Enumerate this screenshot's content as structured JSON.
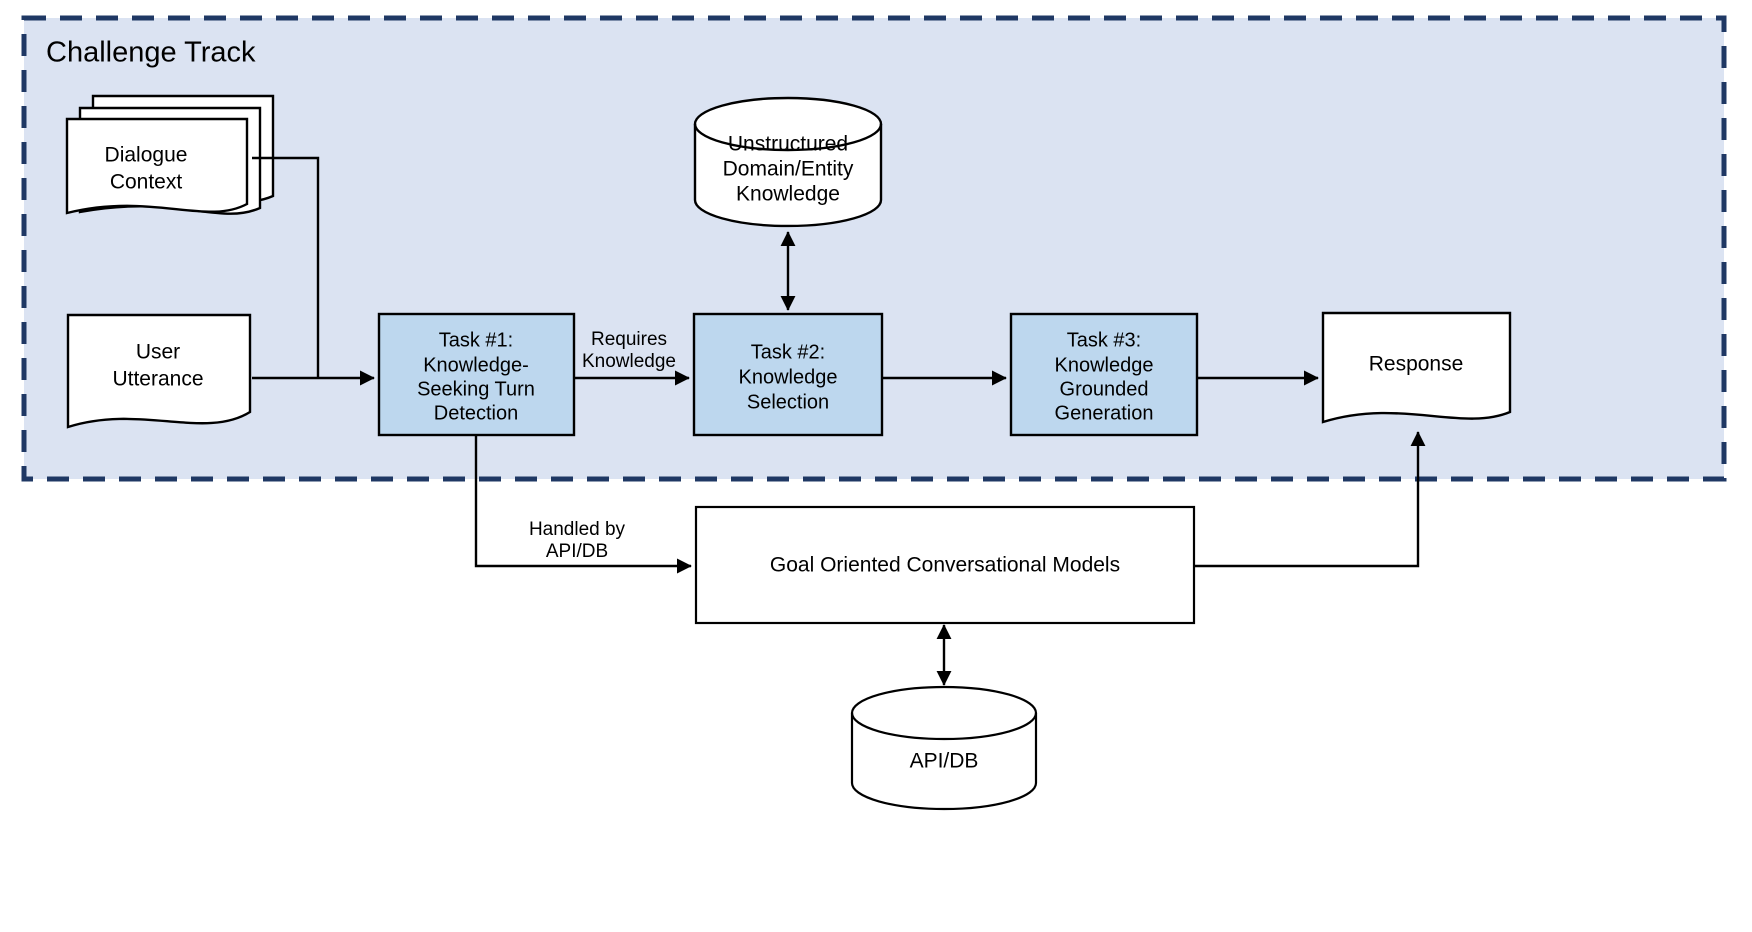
{
  "diagram": {
    "title": "Challenge Track",
    "colors": {
      "track_fill": "#dbe3f2",
      "track_border": "#1f3864",
      "task_fill": "#bdd7ee",
      "shape_fill": "#ffffff",
      "stroke": "#000000"
    },
    "nodes": {
      "dialogue_context": {
        "label_line1": "Dialogue",
        "label_line2": "Context",
        "shape": "multi-document",
        "fill": "#ffffff"
      },
      "user_utterance": {
        "label_line1": "User",
        "label_line2": "Utterance",
        "shape": "document",
        "fill": "#ffffff"
      },
      "unstructured_knowledge": {
        "label_line1": "Unstructured",
        "label_line2": "Domain/Entity",
        "label_line3": "Knowledge",
        "shape": "cylinder",
        "fill": "#ffffff"
      },
      "task1": {
        "label_line1": "Task #1:",
        "label_line2": "Knowledge-",
        "label_line3": "Seeking Turn",
        "label_line4": "Detection",
        "shape": "rectangle",
        "fill": "#bdd7ee"
      },
      "task2": {
        "label_line1": "Task #2:",
        "label_line2": "Knowledge",
        "label_line3": "Selection",
        "shape": "rectangle",
        "fill": "#bdd7ee"
      },
      "task3": {
        "label_line1": "Task #3:",
        "label_line2": "Knowledge",
        "label_line3": "Grounded",
        "label_line4": "Generation",
        "shape": "rectangle",
        "fill": "#bdd7ee"
      },
      "response": {
        "label_line1": "Response",
        "shape": "document",
        "fill": "#ffffff"
      },
      "goal_oriented_models": {
        "label_line1": "Goal Oriented Conversational Models",
        "shape": "rectangle",
        "fill": "#ffffff"
      },
      "api_db": {
        "label_line1": "API/DB",
        "shape": "cylinder",
        "fill": "#ffffff"
      }
    },
    "edge_labels": {
      "requires_knowledge": {
        "line1": "Requires",
        "line2": "Knowledge"
      },
      "handled_by_api_db": {
        "line1": "Handled by",
        "line2": "API/DB"
      }
    }
  }
}
